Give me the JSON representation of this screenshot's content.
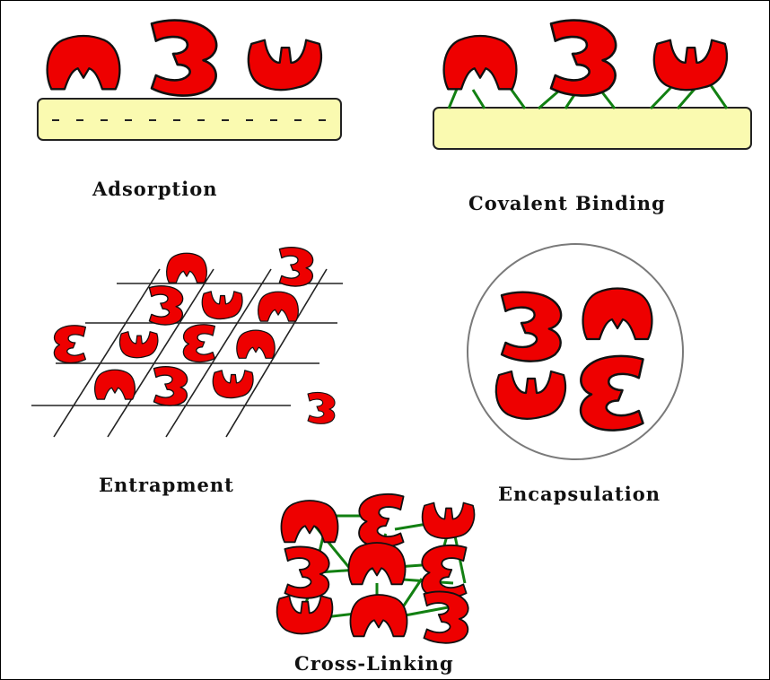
{
  "labels": {
    "adsorption": "Adsorption",
    "covalent": "Covalent Binding",
    "entrapment": "Entrapment",
    "encapsulation": "Encapsulation",
    "crosslinking": "Cross-Linking"
  },
  "colors": {
    "enzyme": "#ee0000",
    "support": "#fafab0",
    "linker": "#128012",
    "grid": "#222222",
    "capsule": "#7a7a7a"
  },
  "icons": {
    "enzyme_arch": "enzyme-arch-icon",
    "enzyme_three": "enzyme-three-icon",
    "enzyme_omega": "enzyme-omega-icon",
    "enzyme_epsilon": "enzyme-epsilon-icon"
  }
}
